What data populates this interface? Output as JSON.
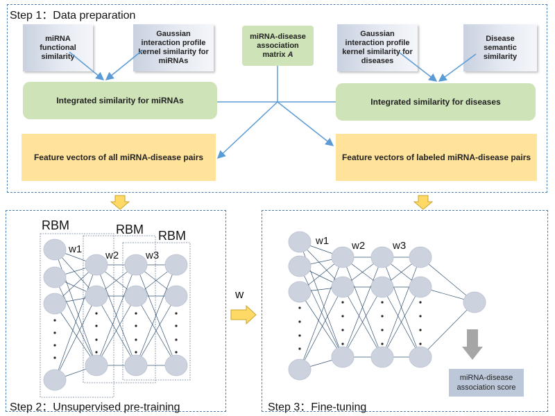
{
  "step1": {
    "title": "Step 1：Data preparation",
    "mirna_functional": "miRNA functional similarity",
    "gaussian_mirna": "Gaussian interaction profile kernel similarity for miRNAs",
    "matrix_line1": "miRNA-disease association",
    "matrix_line2": "matrix ",
    "matrix_symbol": "A",
    "gaussian_disease": "Gaussian interaction profile kernel similarity for diseases",
    "disease_semantic": "Disease semantic similarity",
    "integrated_mirna": "Integrated similarity for miRNAs",
    "integrated_disease": "Integrated similarity for diseases",
    "features_all": "Feature vectors of all miRNA-disease pairs",
    "features_labeled": "Feature vectors of labeled miRNA-disease pairs"
  },
  "step2": {
    "title": "Step 2：Unsupervised pre-training",
    "rbm1": "RBM",
    "rbm2": "RBM",
    "rbm3": "RBM",
    "w1": "w1",
    "w2": "w2",
    "w3": "w3"
  },
  "transfer_label": "w",
  "step3": {
    "title": "Step 3：Fine-tuning",
    "w1": "w1",
    "w2": "w2",
    "w3": "w3",
    "score": "miRNA-disease association score"
  },
  "colors": {
    "dashed_border": "#4a7db0",
    "green": "#cfe3b8",
    "yellow": "#ffe39a",
    "arrow_blue": "#5b9bd5",
    "node": "#cdd3de"
  }
}
